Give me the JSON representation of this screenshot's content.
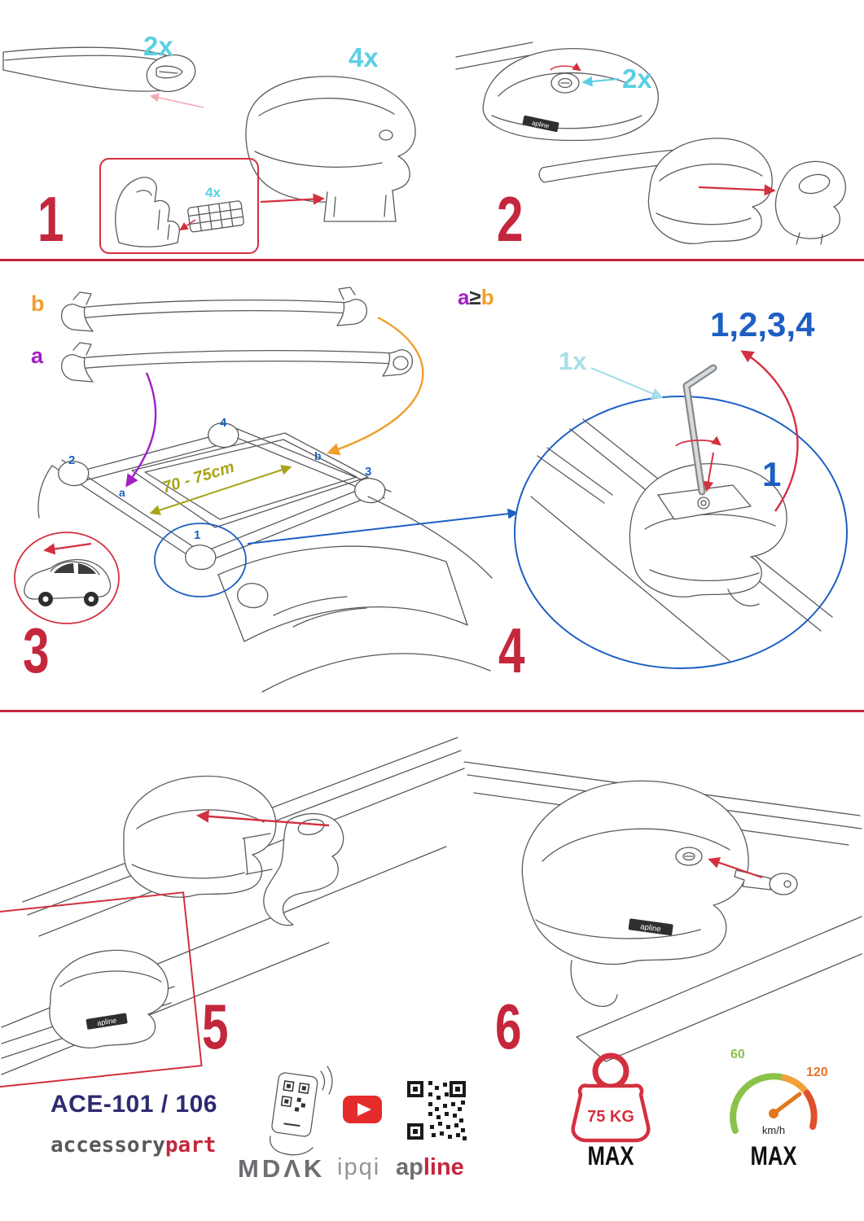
{
  "step_numbers": {
    "s1": "1",
    "s2": "2",
    "s3": "3",
    "s4": "4",
    "s5": "5",
    "s6": "6"
  },
  "quantities": {
    "bar": "2x",
    "foot": "4x",
    "pad": "4x",
    "lock": "2x",
    "key": "1x"
  },
  "labels": {
    "bar_b": "b",
    "bar_a": "a",
    "cond_a": "a",
    "cond_op": "≥",
    "cond_b": "b",
    "tighten_order": "1,2,3,4",
    "tighten_first": "1",
    "distance": "70 - 75cm",
    "roof_pos_1": "1",
    "roof_pos_2": "2",
    "roof_pos_3": "3",
    "roof_pos_4": "4",
    "roof_pos_a": "a",
    "roof_pos_b": "b",
    "foot_logo": "apline"
  },
  "footer": {
    "model": "ACE-101 / 106",
    "brand_accessory": "accessory",
    "brand_part": "part",
    "brand_mdak": "MDΛK",
    "brand_ipqi": "ipqi",
    "brand_ap": "ap",
    "brand_line": "line",
    "weight_limit": "75 KG",
    "weight_max": "MAX",
    "speed_min": "60",
    "speed_max_value": "120",
    "speed_unit": "km/h",
    "speed_max": "MAX"
  },
  "colors": {
    "step_red": "#c4273c",
    "arrow_red": "#d3303f",
    "cyan": "#5bcfe3",
    "light_cyan": "#a5dfe8",
    "blue": "#1d5fc4",
    "purple": "#a21fc4",
    "orange": "#f09e2c",
    "olive": "#a8a418",
    "navy": "#2e2a72",
    "gray": "#6d6e71",
    "green": "#8bc34a",
    "speed_orange": "#e8742c"
  }
}
